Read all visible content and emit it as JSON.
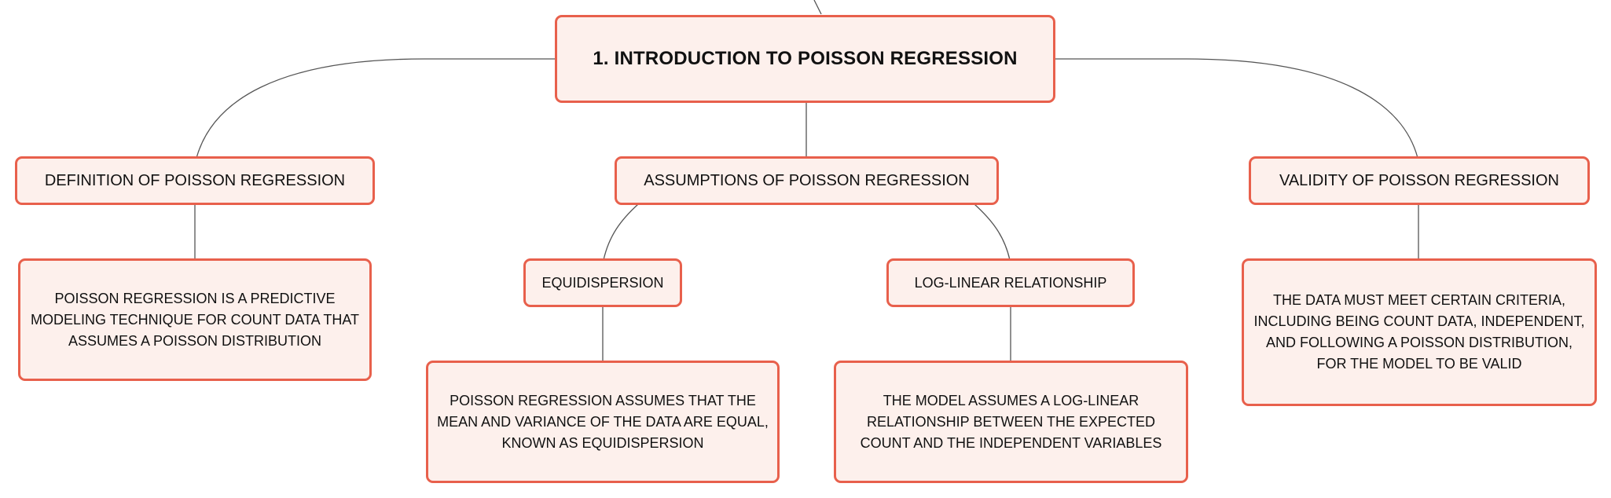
{
  "colors": {
    "node_fill": "#fdf0ec",
    "node_border": "#e8604c",
    "connector": "#555555",
    "text": "#111111"
  },
  "root": {
    "label": "1. INTRODUCTION TO POISSON REGRESSION"
  },
  "topics": {
    "definition": {
      "label": "DEFINITION OF POISSON REGRESSION",
      "description": "POISSON REGRESSION IS A PREDICTIVE MODELING TECHNIQUE FOR COUNT DATA THAT ASSUMES A POISSON DISTRIBUTION"
    },
    "assumptions": {
      "label": "ASSUMPTIONS OF POISSON REGRESSION",
      "equidispersion": {
        "label": "EQUIDISPERSION",
        "description": "POISSON REGRESSION ASSUMES THAT THE MEAN AND VARIANCE OF THE DATA ARE EQUAL, KNOWN AS EQUIDISPERSION"
      },
      "log_linear": {
        "label": "LOG-LINEAR RELATIONSHIP",
        "description": "THE MODEL ASSUMES A LOG-LINEAR RELATIONSHIP BETWEEN THE EXPECTED COUNT AND THE INDEPENDENT VARIABLES"
      }
    },
    "validity": {
      "label": "VALIDITY OF POISSON REGRESSION",
      "description": "THE DATA MUST MEET CERTAIN CRITERIA, INCLUDING BEING COUNT DATA, INDEPENDENT, AND FOLLOWING A POISSON DISTRIBUTION, FOR THE MODEL TO BE VALID"
    }
  }
}
